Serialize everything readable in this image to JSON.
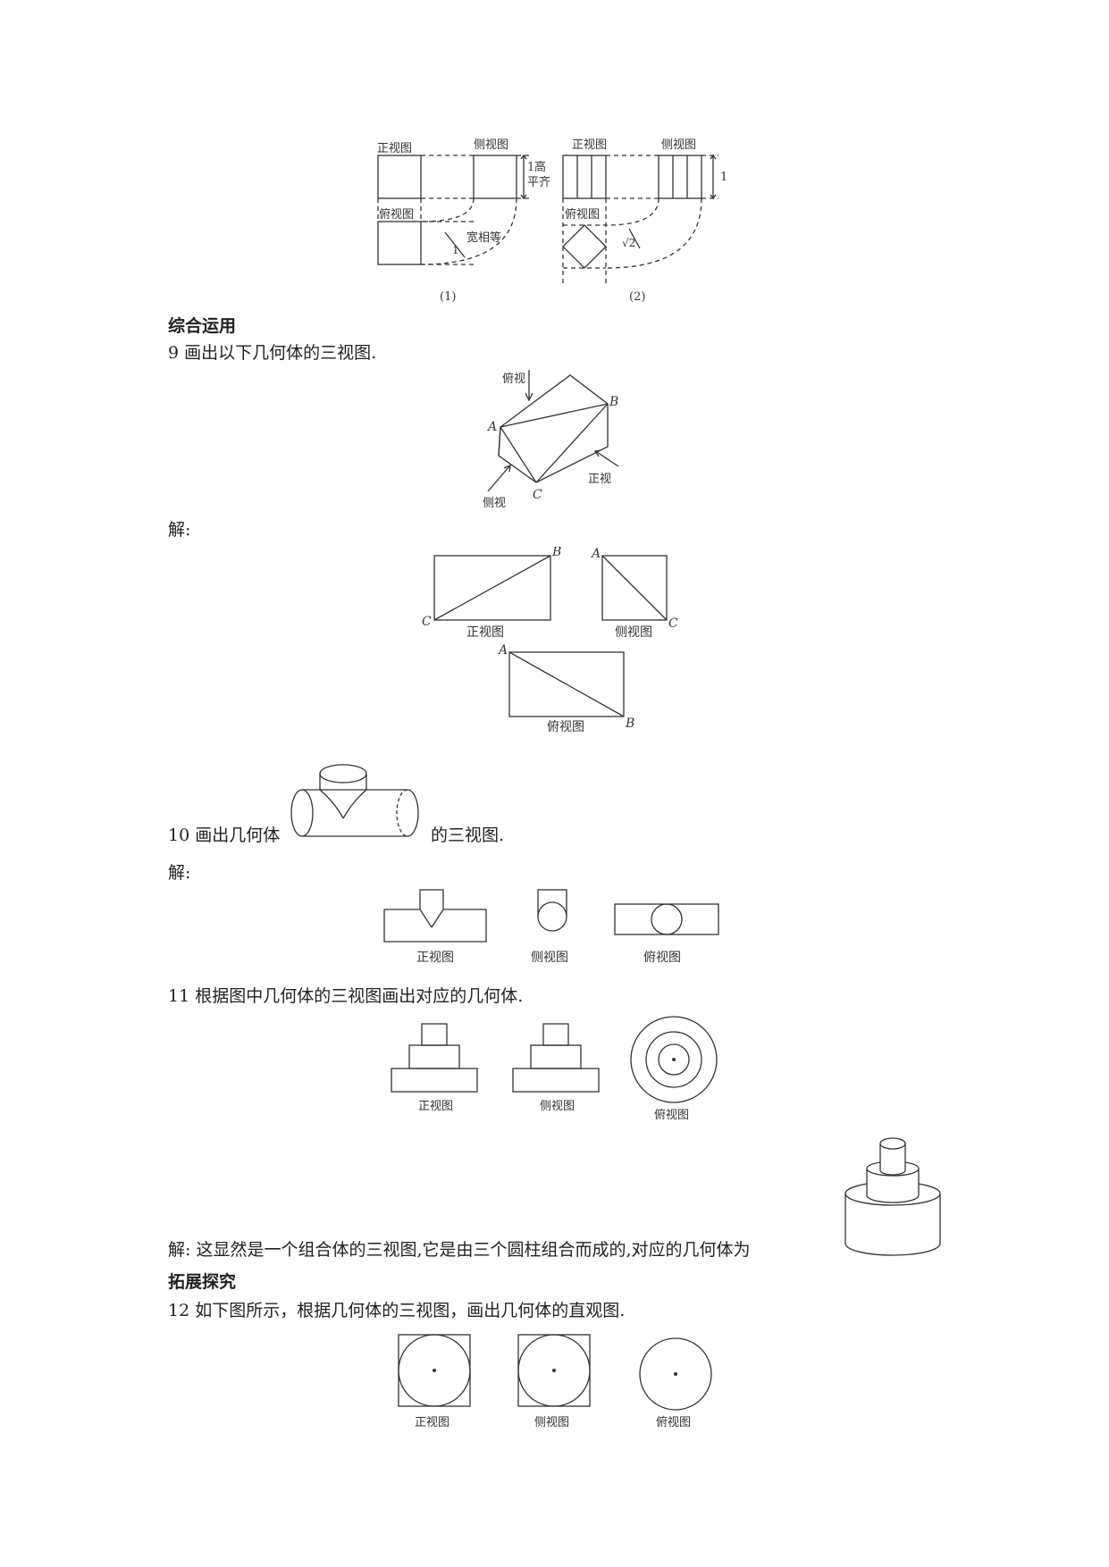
{
  "fig8": {
    "sub1": {
      "front_label": "正视图",
      "side_label": "侧视图",
      "top_label": "俯视图",
      "height_value": "1",
      "height_note_1": "高",
      "height_note_2": "平齐",
      "width_note": "宽相等",
      "width_value": "1",
      "caption": "(1)"
    },
    "sub2": {
      "front_label": "正视图",
      "side_label": "侧视图",
      "top_label": "俯视图",
      "height_value": "1",
      "width_value": "√2",
      "caption": "(2)"
    }
  },
  "section_comprehensive": "综合运用",
  "q9": {
    "text": "9 画出以下几何体的三视图.",
    "figure": {
      "top_view": "俯视",
      "side_view": "侧视",
      "front_view": "正视",
      "point_a": "A",
      "point_b": "B",
      "point_c": "C"
    },
    "solution_label": "解:",
    "answer": {
      "front_caption": "正视图",
      "side_caption": "侧视图",
      "top_caption": "俯视图",
      "front_b": "B",
      "front_c": "C",
      "side_a": "A",
      "side_c": "C",
      "top_a": "A",
      "top_b": "B"
    }
  },
  "q10": {
    "text_before": "10 画出几何体",
    "text_after": "的三视图.",
    "solution_label": "解:",
    "answer": {
      "front_caption": "正视图",
      "side_caption": "侧视图",
      "top_caption": "俯视图"
    }
  },
  "q11": {
    "text": "11 根据图中几何体的三视图画出对应的几何体.",
    "views": {
      "front_caption": "正视图",
      "side_caption": "侧视图",
      "top_caption": "俯视图"
    },
    "solution": "解: 这显然是一个组合体的三视图,它是由三个圆柱组合而成的,对应的几何体为"
  },
  "section_extend": "拓展探究",
  "q12": {
    "text": "12 如下图所示，根据几何体的三视图，画出几何体的直观图.",
    "views": {
      "front_caption": "正视图",
      "side_caption": "侧视图",
      "top_caption": "俯视图"
    }
  }
}
